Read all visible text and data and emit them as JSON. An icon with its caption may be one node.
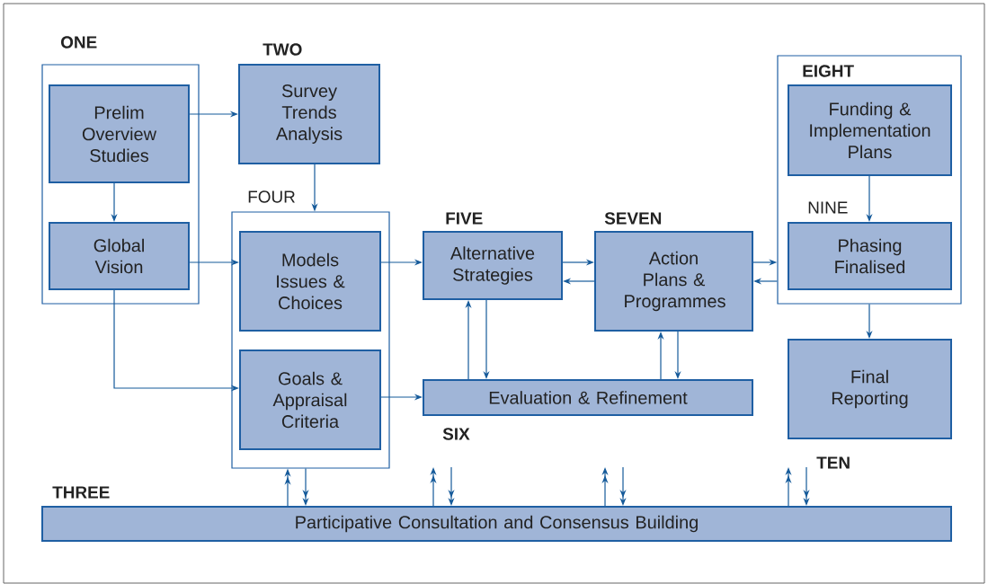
{
  "diagram": {
    "nodes": [
      {
        "text": [
          "ONE"
        ]
      },
      {
        "text": [
          "Prelim Overview Studies"
        ],
        "in": 0
      },
      {
        "text": [
          "Global Vision"
        ],
        "in": 0
      },
      {
        "text": [
          "TWO",
          "Survey Trends Analysis"
        ]
      },
      {
        "text": [
          "FOUR"
        ]
      },
      {
        "text": [
          "Models Issues & Choices"
        ],
        "in": 4
      },
      {
        "text": [
          "Goals & Appraisal Criteria"
        ],
        "in": 4
      },
      {
        "text": [
          "FIVE",
          "Alternative Strategies"
        ]
      },
      {
        "text": [
          "Evaluation & Refinement"
        ],
        "beside": [
          "SIX"
        ]
      },
      {
        "text": [
          "SEVEN",
          "Action Plans & Programmes"
        ]
      },
      {
        "text": [],
        "shape": "box"
      },
      {
        "text": [
          "EIGHT",
          "Funding & Implementation Plans"
        ],
        "in": 10
      },
      {
        "text": [
          "NINE",
          "Phasing Finalised"
        ],
        "in": 10
      },
      {
        "text": [
          "Final Reporting"
        ]
      },
      {
        "text": [
          "THREE",
          "Participative Consultation and Consensus Building"
        ]
      }
    ],
    "edges": [
      {
        "from": 1,
        "to": 3,
        "arrow": "to"
      },
      {
        "from": 1,
        "to": 2,
        "arrow": "to"
      },
      {
        "from": 2,
        "to": 5,
        "arrow": "to"
      },
      {
        "from": 2,
        "to": 6,
        "arrow": "to"
      },
      {
        "from": 3,
        "to": 4,
        "arrow": "to"
      },
      {
        "from": 5,
        "to": 7,
        "arrow": "to"
      },
      {
        "from": 6,
        "to": 8,
        "arrow": "to"
      },
      {
        "from": 7,
        "to": 9,
        "arrow": "to"
      },
      {
        "from": 9,
        "to": 7,
        "arrow": "to"
      },
      {
        "from": 8,
        "to": 7,
        "arrow": "to"
      },
      {
        "from": 7,
        "to": 8,
        "arrow": "to"
      },
      {
        "from": 8,
        "to": 9,
        "arrow": "to"
      },
      {
        "from": 9,
        "to": 8,
        "arrow": "to"
      },
      {
        "from": 9,
        "to": 10,
        "arrow": "to"
      },
      {
        "from": 10,
        "to": 9,
        "arrow": "to"
      },
      {
        "from": 11,
        "to": 12,
        "arrow": "to"
      },
      {
        "from": 10,
        "to": 13,
        "arrow": "to"
      },
      {
        "from": 14,
        "to": 4,
        "arrow": "to"
      },
      {
        "from": 4,
        "to": 14,
        "arrow": "to"
      },
      {
        "from": 14,
        "to": null,
        "arrow": "to"
      },
      {
        "from": null,
        "to": 14,
        "arrow": "to"
      },
      {
        "from": 14,
        "to": null,
        "arrow": "to"
      },
      {
        "from": null,
        "to": 14,
        "arrow": "to"
      },
      {
        "from": 14,
        "to": null,
        "arrow": "to"
      },
      {
        "from": null,
        "to": 14,
        "arrow": "to"
      }
    ],
    "labels": [
      "TEN"
    ]
  }
}
